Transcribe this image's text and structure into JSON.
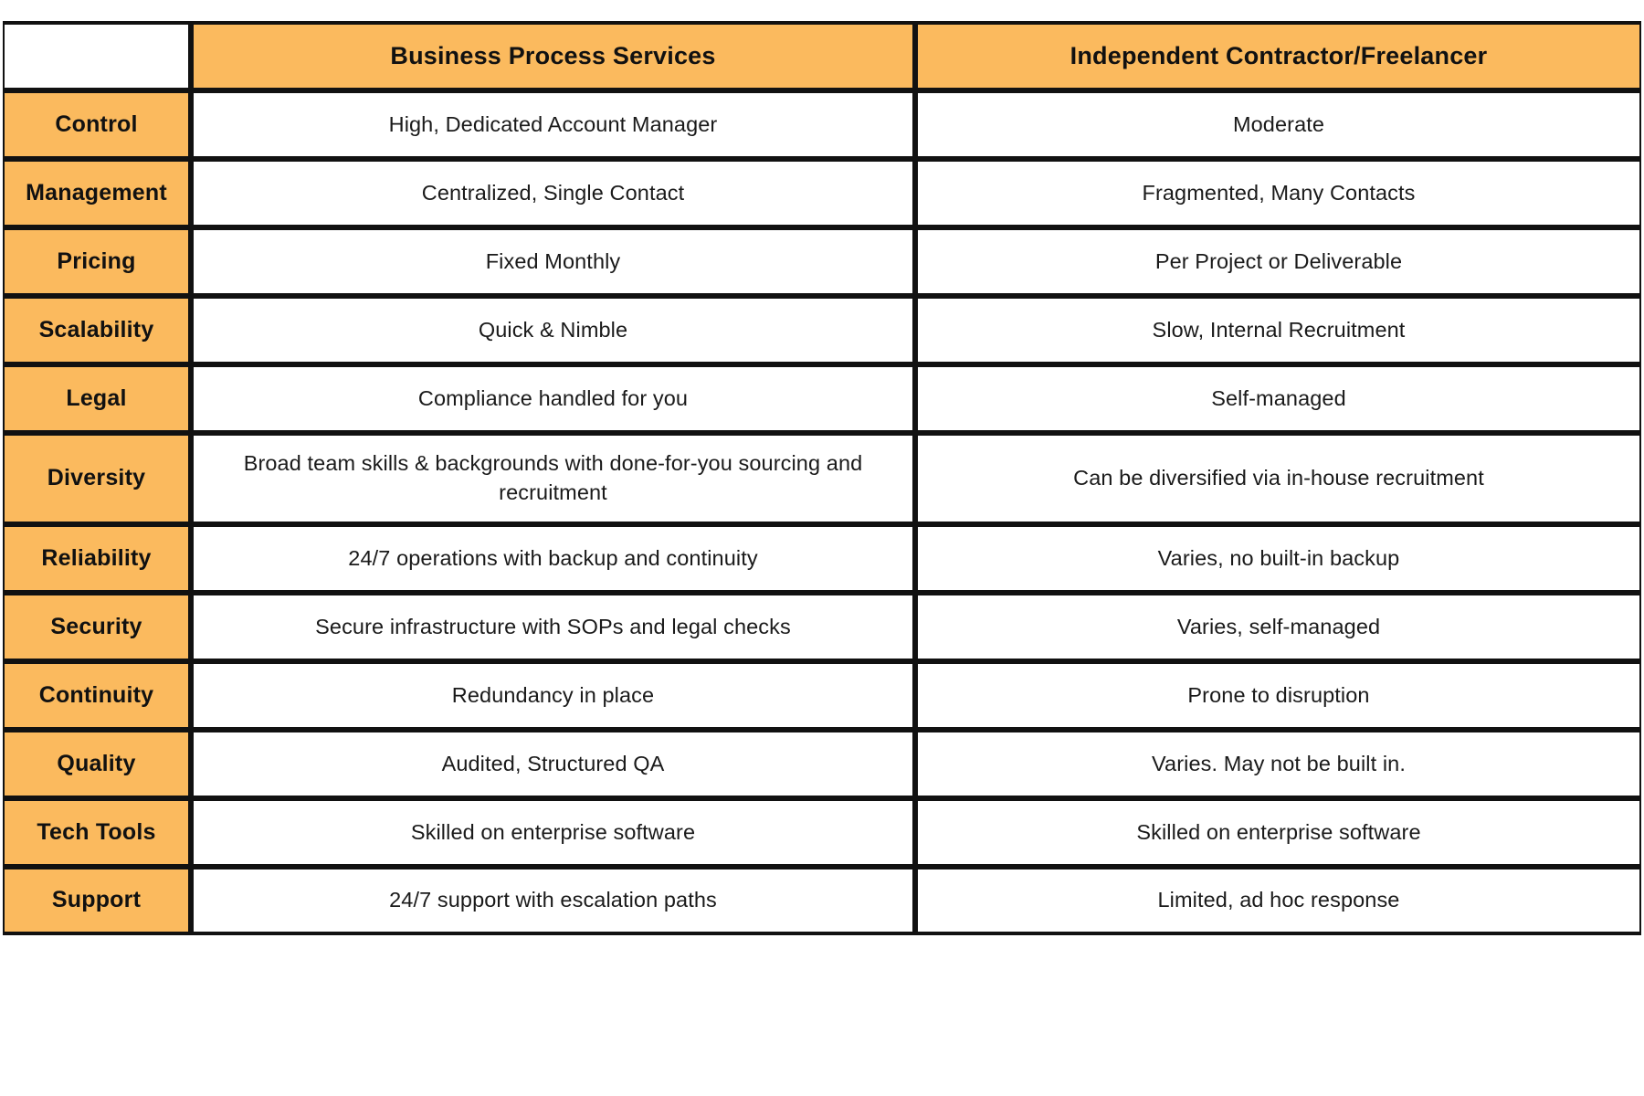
{
  "table": {
    "accent_color": "#fbba5e",
    "border_color": "#111111",
    "text_color": "#1a1a1a",
    "columns": [
      {
        "key": "label",
        "header": ""
      },
      {
        "key": "bps",
        "header": "Business Process Services"
      },
      {
        "key": "icf",
        "header": "Independent Contractor/Freelancer"
      }
    ],
    "rows": [
      {
        "label": "Control",
        "bps": "High, Dedicated Account Manager",
        "icf": "Moderate"
      },
      {
        "label": "Management",
        "bps": "Centralized, Single Contact",
        "icf": "Fragmented, Many Contacts"
      },
      {
        "label": "Pricing",
        "bps": "Fixed Monthly",
        "icf": "Per Project or Deliverable"
      },
      {
        "label": "Scalability",
        "bps": "Quick & Nimble",
        "icf": "Slow, Internal Recruitment"
      },
      {
        "label": "Legal",
        "bps": "Compliance handled for you",
        "icf": "Self-managed"
      },
      {
        "label": "Diversity",
        "bps": "Broad team skills & backgrounds with done-for-you sourcing and recruitment",
        "icf": "Can be diversified via in-house recruitment"
      },
      {
        "label": "Reliability",
        "bps": "24/7 operations with backup and continuity",
        "icf": "Varies, no built-in backup"
      },
      {
        "label": "Security",
        "bps": "Secure infrastructure with SOPs and legal checks",
        "icf": "Varies, self-managed"
      },
      {
        "label": "Continuity",
        "bps": "Redundancy in place",
        "icf": "Prone to disruption"
      },
      {
        "label": "Quality",
        "bps": "Audited, Structured QA",
        "icf": "Varies. May not be built in."
      },
      {
        "label": "Tech Tools",
        "bps": "Skilled on enterprise software",
        "icf": "Skilled on enterprise software"
      },
      {
        "label": "Support",
        "bps": "24/7 support with escalation paths",
        "icf": "Limited, ad hoc response"
      }
    ]
  }
}
